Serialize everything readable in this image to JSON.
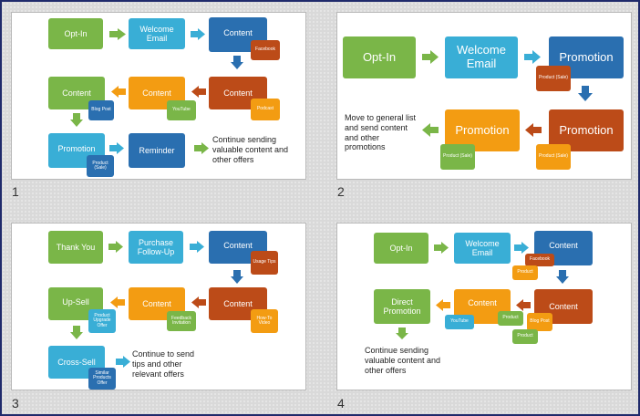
{
  "slides": [
    {
      "number": "1",
      "boxes": [
        "Opt-In",
        "Welcome Email",
        "Content",
        "Content",
        "Content",
        "Content",
        "Promotion",
        "Reminder"
      ],
      "tags": [
        "Facebook",
        "Blog Post",
        "YouTube",
        "Podcast",
        "Product (Sale)"
      ],
      "note": "Continue sending valuable content and other offers"
    },
    {
      "number": "2",
      "boxes": [
        "Opt-In",
        "Welcome Email",
        "Promotion",
        "Promotion",
        "Promotion"
      ],
      "tags": [
        "Product (Sale)",
        "Product (Sale)",
        "Product (Sale)"
      ],
      "note": "Move to general list and send content and other promotions"
    },
    {
      "number": "3",
      "boxes": [
        "Thank You",
        "Purchase Follow-Up",
        "Content",
        "Up-Sell",
        "Content",
        "Content",
        "Cross-Sell"
      ],
      "tags": [
        "Usage Tips",
        "Product Upgrade Offer",
        "Feedback Invitation",
        "How-To Video",
        "Similar Products Offer"
      ],
      "note": "Continue to send tips and other relevant offers"
    },
    {
      "number": "4",
      "boxes": [
        "Opt-In",
        "Welcome Email",
        "Content",
        "Direct Promotion",
        "Content",
        "Content"
      ],
      "tags": [
        "Facebook",
        "Product",
        "YouTube",
        "Blog Post",
        "Product",
        "Product"
      ],
      "note": "Continue sending valuable content and other offers"
    }
  ]
}
